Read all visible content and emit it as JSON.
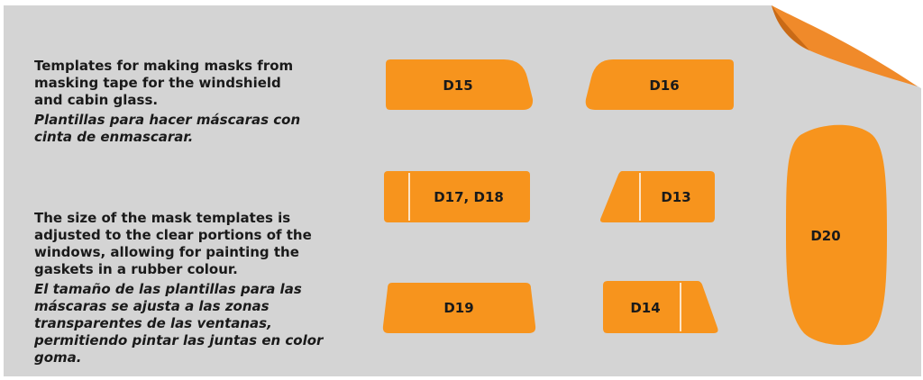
{
  "colors": {
    "panel": "#d4d4d4",
    "template": "#f7941d",
    "template_line": "#ffffff",
    "curl": "#f08a2a",
    "curl_shadow": "#c96a16",
    "text": "#1a1a1a"
  },
  "intro": {
    "en": "Templates for making masks from masking tape for the windshield and cabin glass.",
    "es": "Plantillas para hacer máscaras con cinta de enmascarar."
  },
  "note": {
    "en": "The size of the mask templates is adjusted to the clear portions of the windows, allowing for painting the gaskets in a rubber colour.",
    "es": "El tamaño de las plantillas para las máscaras se ajusta a las zonas transparentes de las ventanas, permitiendo pintar las juntas en color goma."
  },
  "templates": {
    "d15": "D15",
    "d16": "D16",
    "d17_d18": "D17, D18",
    "d13": "D13",
    "d19": "D19",
    "d14": "D14",
    "d20": "D20"
  }
}
